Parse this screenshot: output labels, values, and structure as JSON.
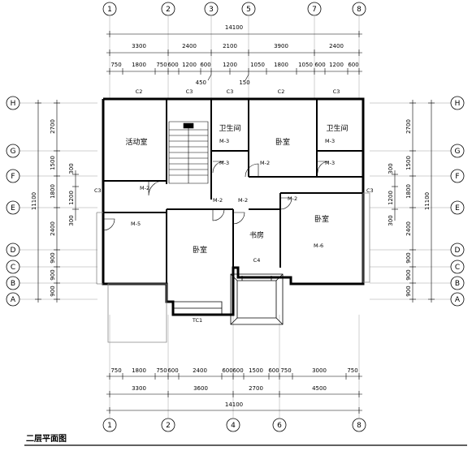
{
  "axes_top": [
    "1",
    "2",
    "3",
    "5",
    "7",
    "8"
  ],
  "axes_bottom": [
    "1",
    "2",
    "4",
    "6",
    "8"
  ],
  "axes_side": [
    "H",
    "G",
    "F",
    "E",
    "D",
    "C",
    "B",
    "A"
  ],
  "dims_top": {
    "total": "14100",
    "row2": [
      "3300",
      "2400",
      "2100",
      "3900",
      "2400"
    ],
    "row3": [
      "750",
      "1800",
      "750",
      "600",
      "1200",
      "600",
      "1200",
      "1050",
      "1800",
      "1050",
      "600",
      "1200",
      "600"
    ],
    "sub_left": "450",
    "sub_right": "150"
  },
  "dims_bottom": {
    "row1": [
      "750",
      "1800",
      "750",
      "600",
      "2400",
      "600",
      "600",
      "1500",
      "600",
      "750",
      "3000",
      "750"
    ],
    "row2": [
      "3300",
      "3600",
      "2700",
      "4500"
    ],
    "total": "14100"
  },
  "dims_side": {
    "segments": [
      "2700",
      "1500",
      "1800",
      "2400",
      "900",
      "900",
      "900"
    ],
    "total": "11100",
    "sub": [
      "300",
      "1200",
      "300"
    ]
  },
  "rooms": {
    "activity": "活动室",
    "bath_left": "卫生间",
    "bath_right": "卫生间",
    "bed_top": "卧室",
    "bed_right": "卧室",
    "bed_center": "卧室",
    "study": "书房"
  },
  "labels": {
    "c2": "C2",
    "c3": "C3",
    "c4": "C4",
    "m2": "M-2",
    "m3": "M-3",
    "m5": "M-5",
    "m6": "M-6",
    "tc1": "TC1"
  },
  "title": "二层平面图"
}
